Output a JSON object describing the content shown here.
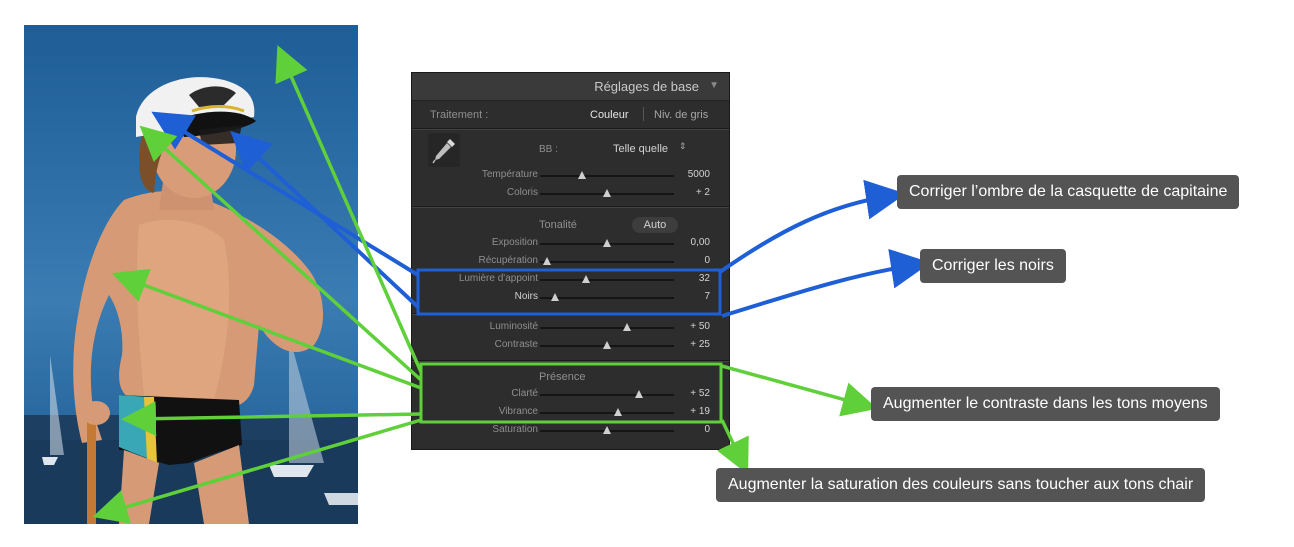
{
  "panel": {
    "title": "Réglages de base",
    "treatment": {
      "label": "Traitement :",
      "color": "Couleur",
      "gray": "Niv. de gris"
    },
    "wb": {
      "label": "BB :",
      "value": "Telle quelle",
      "arrows": "⇕"
    },
    "tone_section": "Tonalité",
    "auto": "Auto",
    "presence_section": "Présence",
    "sliders": [
      {
        "label": "Température",
        "value": "5000",
        "fraction": 0.31
      },
      {
        "label": "Coloris",
        "value": "+ 2",
        "fraction": 0.5
      },
      {
        "label": "Exposition",
        "value": "0,00",
        "fraction": 0.5
      },
      {
        "label": "Récupération",
        "value": "0",
        "fraction": 0.05
      },
      {
        "label": "Lumière d'appoint",
        "value": "32",
        "fraction": 0.34
      },
      {
        "label": "Noirs",
        "value": "7",
        "fraction": 0.11
      },
      {
        "label": "Luminosité",
        "value": "+ 50",
        "fraction": 0.65
      },
      {
        "label": "Contraste",
        "value": "+ 25",
        "fraction": 0.5
      },
      {
        "label": "Clarté",
        "value": "+ 52",
        "fraction": 0.74
      },
      {
        "label": "Vibrance",
        "value": "+ 19",
        "fraction": 0.58
      },
      {
        "label": "Saturation",
        "value": "0",
        "fraction": 0.5
      }
    ]
  },
  "callouts": {
    "cap": "Corriger l’ombre de la casquette de capitaine",
    "blacks": "Corriger les noirs",
    "midtones": "Augmenter le contraste dans les tons moyens",
    "saturation": "Augmenter la saturation des couleurs sans toucher aux tons chair"
  },
  "colors": {
    "blue": "#1f5fd6",
    "green": "#5fcf3a",
    "callout_bg": "#545454",
    "panel_bg": "#2d2d2d"
  }
}
